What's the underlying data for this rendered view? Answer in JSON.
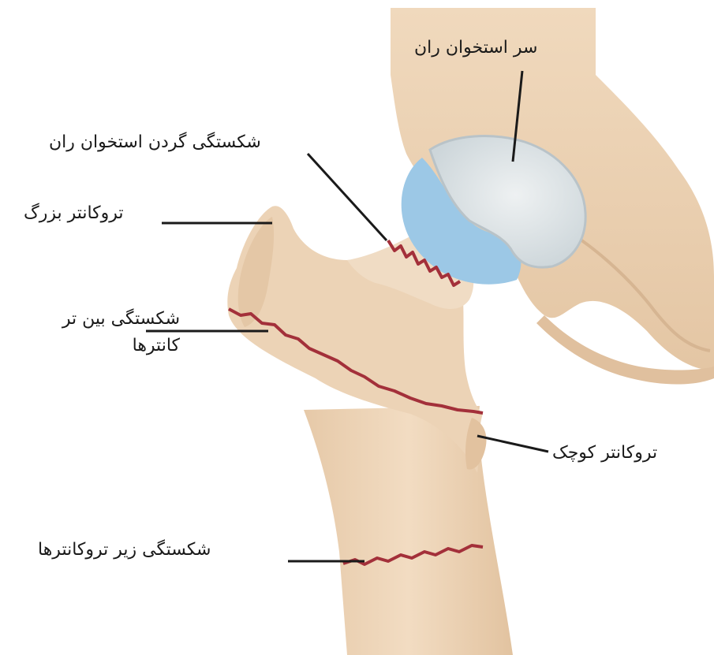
{
  "diagram": {
    "labels": {
      "femoral_head": "سر استخوان ران",
      "femoral_neck_fracture": "شکستگی گردن استخوان ران",
      "greater_trochanter": "تروکانتر بزرگ",
      "intertrochanteric_fracture": "شکستگی بین تر\nکانترها",
      "lesser_trochanter": "تروکانتر کوچک",
      "subtrochanteric_fracture": "شکستگی زیر تروکانترها"
    },
    "colors": {
      "bone": "#ecd3b6",
      "bone_shadow": "#d8b898",
      "cartilage": "#9cc8e6",
      "femoral_head": "#dde3e6",
      "fracture_line": "#a3303a",
      "leader_line": "#1a1a1a"
    }
  }
}
